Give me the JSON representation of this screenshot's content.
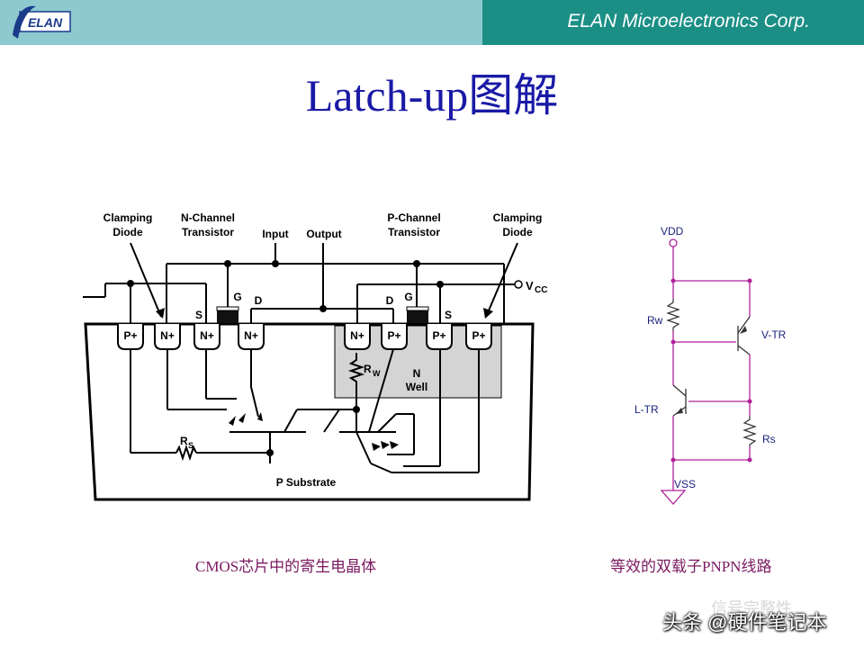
{
  "header": {
    "company": "ELAN Microelectronics Corp.",
    "logo_text": "ELAN"
  },
  "title": "Latch-up图解",
  "cmos_diagram": {
    "labels": {
      "clamping_diode_left_1": "Clamping",
      "clamping_diode_left_2": "Diode",
      "n_channel_1": "N-Channel",
      "n_channel_2": "Transistor",
      "input": "Input",
      "output": "Output",
      "p_channel_1": "P-Channel",
      "p_channel_2": "Transistor",
      "clamping_diode_right_1": "Clamping",
      "clamping_diode_right_2": "Diode",
      "vcc_v": "V",
      "vcc_sub": "CC",
      "gate_n": "G",
      "drain_n": "D",
      "source_n": "S",
      "gate_p": "G",
      "drain_p": "D",
      "source_p": "S",
      "p_plus": "P+",
      "n_plus": "N+",
      "rw_r": "R",
      "rw_sub": "W",
      "rs_r": "R",
      "rs_sub": "S",
      "n_well_1": "N",
      "n_well_2": "Well",
      "p_substrate": "P Substrate"
    }
  },
  "pnpn_diagram": {
    "labels": {
      "vdd": "VDD",
      "rw": "Rw",
      "v_tr": "V-TR",
      "l_tr": "L-TR",
      "rs": "Rs",
      "vss": "VSS"
    }
  },
  "captions": {
    "left": "CMOS芯片中的寄生电晶体",
    "right": "等效的双载子PNPN线路"
  },
  "watermark": {
    "sub": "信号完整性",
    "main": "头条 @硬件笔记本"
  },
  "colors": {
    "header_light": "#8ec9d0",
    "header_dark": "#1b8f86",
    "title": "#1a1aa6",
    "caption": "#7a1a60",
    "pnpn_wire": "#b0209a"
  }
}
